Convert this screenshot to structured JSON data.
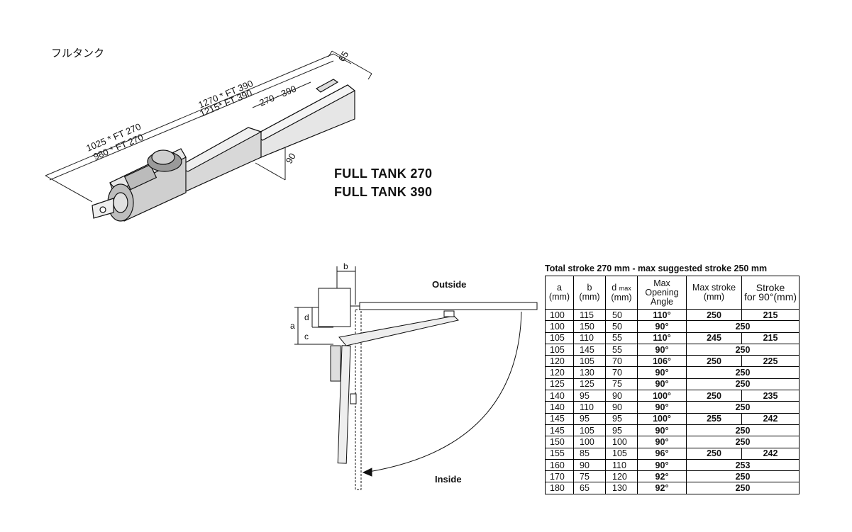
{
  "header": {
    "jp_title": "フルタンク",
    "models": [
      "FULL TANK 270",
      "FULL TANK 390"
    ]
  },
  "dimensions": {
    "overall_ft390": "1270 * FT 390",
    "overall_ft390_alt": "1215* FT 390",
    "overall_ft270": "1025 * FT 270",
    "overall_ft270_alt": "980 * FT 270",
    "stroke_range": "270 - 390",
    "width": "65",
    "height": "90"
  },
  "install": {
    "outside": "Outside",
    "inside": "Inside",
    "label_a": "a",
    "label_b": "b",
    "label_c": "c",
    "label_d": "d"
  },
  "table": {
    "title": "Total stroke 270 mm  -  max suggested stroke 250 mm",
    "headers": {
      "a": "a",
      "a_unit": "(mm)",
      "b": "b",
      "b_unit": "(mm)",
      "d": "d",
      "d_sub": "max",
      "d_unit": "(mm)",
      "angle_1": "Max",
      "angle_2": "Opening",
      "angle_3": "Angle",
      "max_stroke": "Max stroke",
      "max_stroke_unit": "(mm)",
      "stroke90_1": "Stroke",
      "stroke90_2": "for 90°(mm)"
    },
    "rows": [
      {
        "a": "100",
        "b": "115",
        "d": "50",
        "angle": "110°",
        "max_stroke": "250",
        "stroke90": "215",
        "merged": ""
      },
      {
        "a": "100",
        "b": "150",
        "d": "50",
        "angle": "90°",
        "max_stroke": "",
        "stroke90": "",
        "merged": "250"
      },
      {
        "a": "105",
        "b": "110",
        "d": "55",
        "angle": "110°",
        "max_stroke": "245",
        "stroke90": "215",
        "merged": ""
      },
      {
        "a": "105",
        "b": "145",
        "d": "55",
        "angle": "90°",
        "max_stroke": "",
        "stroke90": "",
        "merged": "250"
      },
      {
        "a": "120",
        "b": "105",
        "d": "70",
        "angle": "106°",
        "max_stroke": "250",
        "stroke90": "225",
        "merged": ""
      },
      {
        "a": "120",
        "b": "130",
        "d": "70",
        "angle": "90°",
        "max_stroke": "",
        "stroke90": "",
        "merged": "250"
      },
      {
        "a": "125",
        "b": "125",
        "d": "75",
        "angle": "90°",
        "max_stroke": "",
        "stroke90": "",
        "merged": "250"
      },
      {
        "a": "140",
        "b": "95",
        "d": "90",
        "angle": "100°",
        "max_stroke": "250",
        "stroke90": "235",
        "merged": ""
      },
      {
        "a": "140",
        "b": "110",
        "d": "90",
        "angle": "90°",
        "max_stroke": "",
        "stroke90": "",
        "merged": "250"
      },
      {
        "a": "145",
        "b": "95",
        "d": "95",
        "angle": "100°",
        "max_stroke": "255",
        "stroke90": "242",
        "merged": ""
      },
      {
        "a": "145",
        "b": "105",
        "d": "95",
        "angle": "90°",
        "max_stroke": "",
        "stroke90": "",
        "merged": "250"
      },
      {
        "a": "150",
        "b": "100",
        "d": "100",
        "angle": "90°",
        "max_stroke": "",
        "stroke90": "",
        "merged": "250"
      },
      {
        "a": "155",
        "b": "85",
        "d": "105",
        "angle": "96°",
        "max_stroke": "250",
        "stroke90": "242",
        "merged": ""
      },
      {
        "a": "160",
        "b": "90",
        "d": "110",
        "angle": "90°",
        "max_stroke": "",
        "stroke90": "",
        "merged": "253"
      },
      {
        "a": "170",
        "b": "75",
        "d": "120",
        "angle": "92°",
        "max_stroke": "",
        "stroke90": "",
        "merged": "250"
      },
      {
        "a": "180",
        "b": "65",
        "d": "130",
        "angle": "92°",
        "max_stroke": "",
        "stroke90": "",
        "merged": "250"
      }
    ]
  }
}
